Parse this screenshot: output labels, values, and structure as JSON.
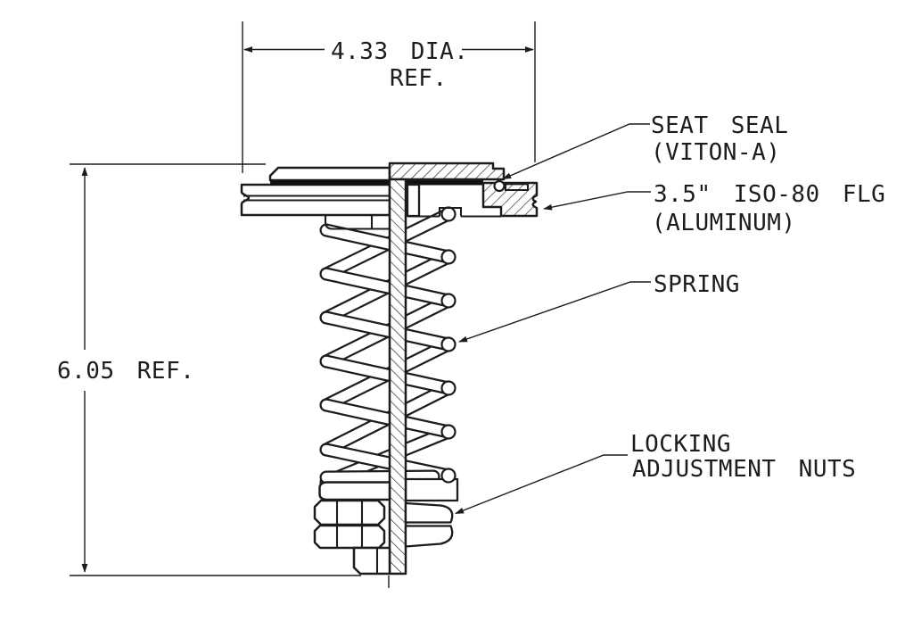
{
  "drawing": {
    "type": "mechanical-cross-section",
    "dimensions": {
      "diameter": {
        "label": "4.33 DIA.",
        "ref": "REF."
      },
      "height": {
        "label": "6.05 REF."
      }
    },
    "labels": {
      "seat_seal": {
        "line1": "SEAT SEAL",
        "line2": "(VITON-A)"
      },
      "flange": {
        "line1": "3.5\" ISO-80 FLG",
        "line2": "(ALUMINUM)"
      },
      "spring": {
        "line1": "SPRING"
      },
      "locking_nuts": {
        "line1": "LOCKING",
        "line2": "ADJUSTMENT NUTS"
      }
    },
    "colors": {
      "line": "#1c1c1c",
      "background": "#ffffff"
    }
  }
}
